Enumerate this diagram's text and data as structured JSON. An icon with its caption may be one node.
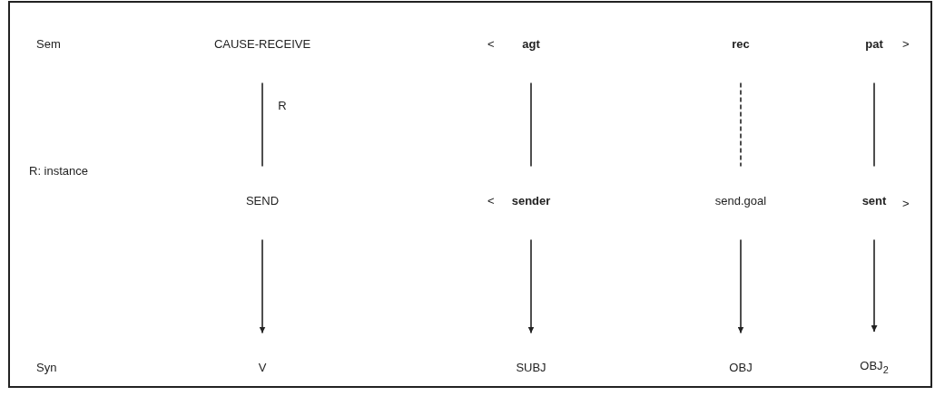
{
  "diagram": {
    "nodes": [
      {
        "text": [
          "CAUSE-RECEIVE"
        ]
      },
      {
        "text": [
          "agt"
        ]
      },
      {
        "text": [
          "rec"
        ]
      },
      {
        "text": [
          "pat"
        ]
      },
      {
        "text": [
          "SEND"
        ]
      },
      {
        "text": [
          "sender"
        ]
      },
      {
        "text": [
          "send.goal"
        ]
      },
      {
        "text": [
          "sent"
        ]
      },
      {
        "text": [
          "V"
        ]
      },
      {
        "text": [
          "SUBJ"
        ]
      },
      {
        "text": [
          "OBJ"
        ]
      },
      {
        "text": [
          "OBJ$_{2}$"
        ]
      }
    ],
    "edges": [
      {
        "from": 0,
        "to": 4,
        "arrow": "none",
        "label": "R"
      },
      {
        "from": 1,
        "to": 5,
        "arrow": "none"
      },
      {
        "from": 2,
        "to": 6,
        "arrow": "none",
        "style": "dashed"
      },
      {
        "from": 3,
        "to": 7,
        "arrow": "none"
      },
      {
        "from": 4,
        "to": 8,
        "arrow": "to"
      },
      {
        "from": 5,
        "to": 9,
        "arrow": "to"
      },
      {
        "from": 6,
        "to": 10,
        "arrow": "to"
      },
      {
        "from": 7,
        "to": 11,
        "arrow": "to"
      }
    ],
    "labels": [
      "Sem",
      "<",
      ">",
      "R: instance",
      "<",
      ">",
      "Syn"
    ]
  }
}
